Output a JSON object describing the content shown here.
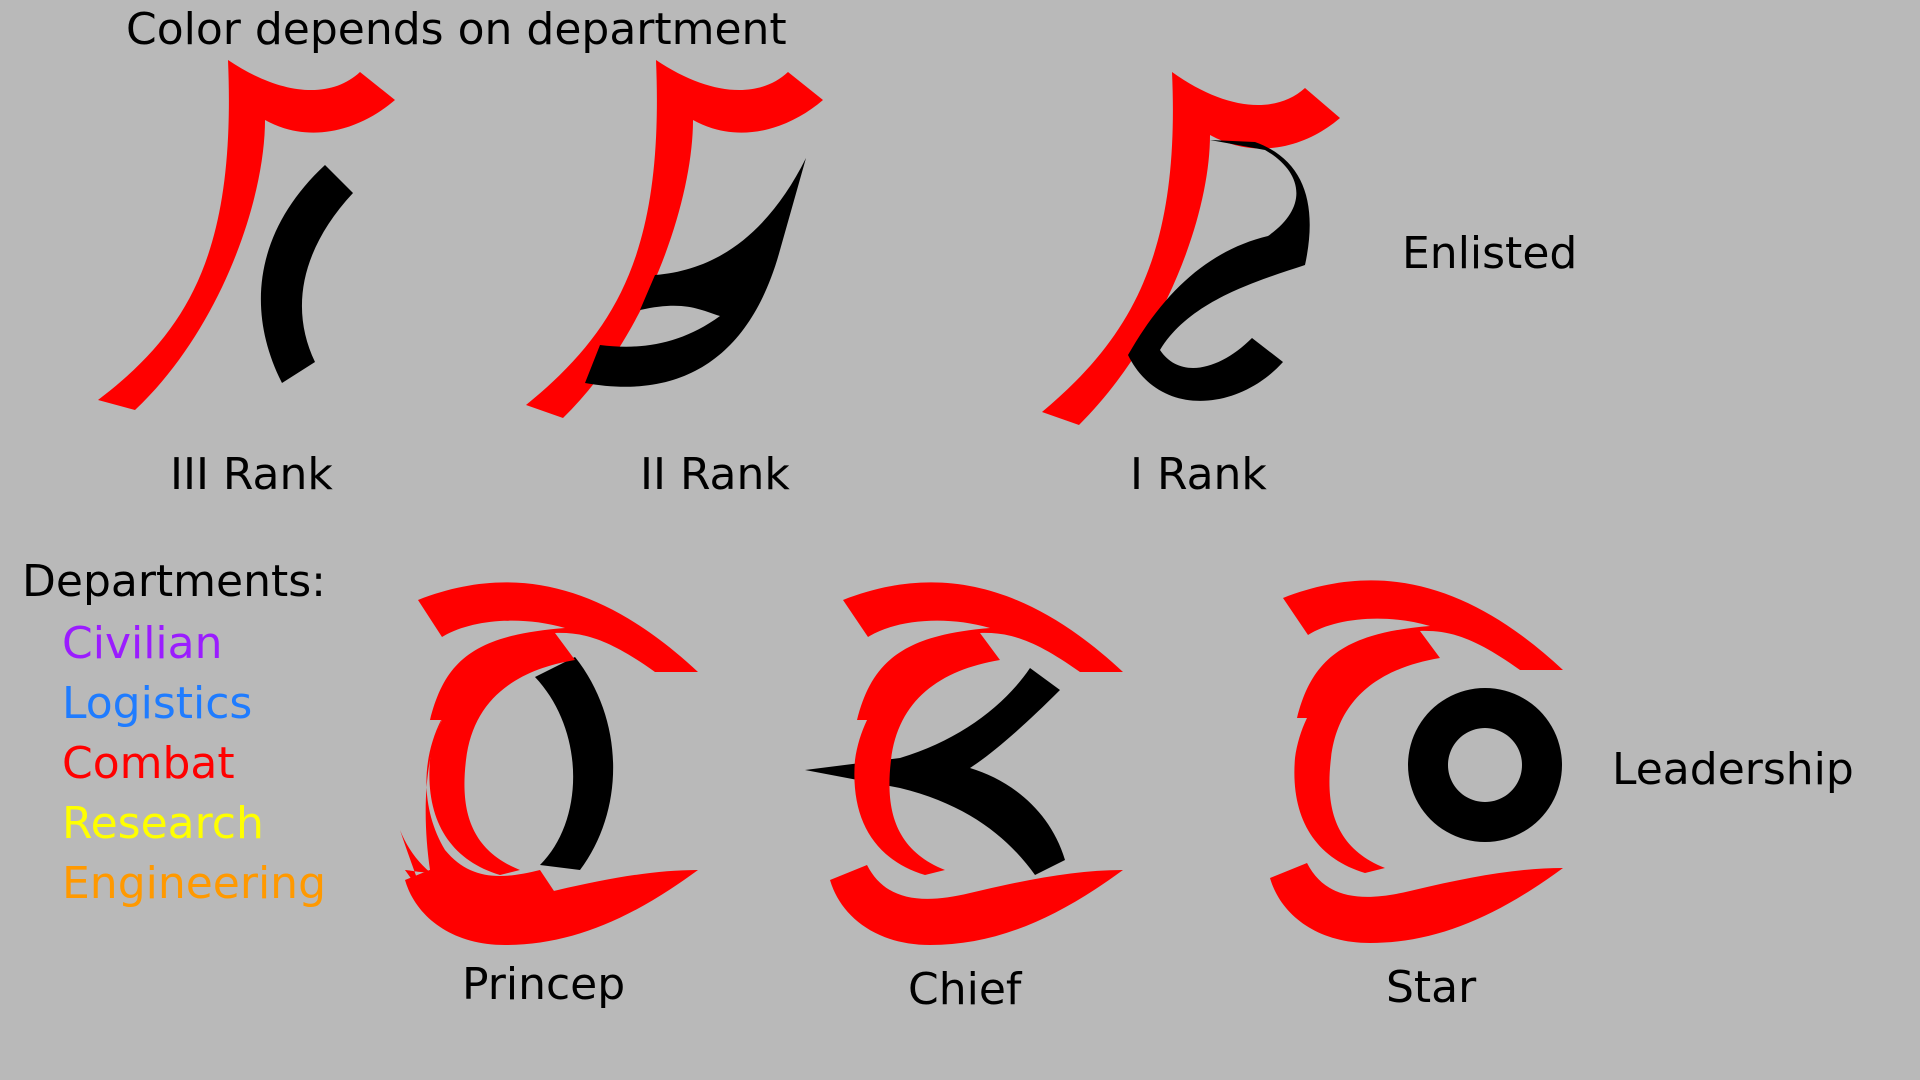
{
  "header": {
    "note": "Color depends on department"
  },
  "enlisted": {
    "group_label": "Enlisted",
    "ranks": [
      {
        "label": "III Rank"
      },
      {
        "label": "II Rank"
      },
      {
        "label": "I Rank"
      }
    ]
  },
  "leadership": {
    "group_label": "Leadership",
    "ranks": [
      {
        "label": "Princep"
      },
      {
        "label": "Chief"
      },
      {
        "label": "Star"
      }
    ]
  },
  "departments": {
    "heading": "Departments:",
    "items": [
      {
        "name": "Civilian",
        "color": "#9b1cff"
      },
      {
        "name": "Logistics",
        "color": "#1f7cff"
      },
      {
        "name": "Combat",
        "color": "#ff0000"
      },
      {
        "name": "Research",
        "color": "#ffff00"
      },
      {
        "name": "Engineering",
        "color": "#ff9900"
      }
    ]
  },
  "colors": {
    "background": "#b9b9b9",
    "primary_stroke": "#ff0000",
    "accent_stroke": "#000000"
  }
}
